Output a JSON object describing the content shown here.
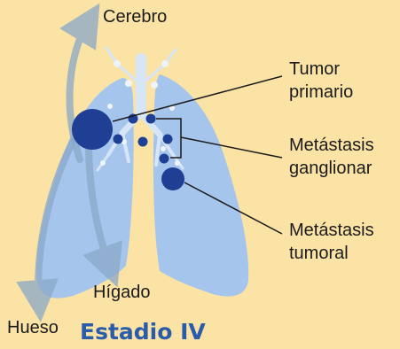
{
  "title": "Estadio IV",
  "labels": {
    "brain": "Cerebro",
    "primary_tumor_line1": "Tumor",
    "primary_tumor_line2": "primario",
    "nodal_met_line1": "Metástasis",
    "nodal_met_line2": "ganglionar",
    "tumor_met_line1": "Metástasis",
    "tumor_met_line2": "tumoral",
    "liver": "Hígado",
    "bone": "Hueso"
  },
  "colors": {
    "background": "#fbe3a6",
    "lung": "#a6c5ec",
    "airway": "#d6e6f7",
    "tumor": "#1f3f94",
    "spread_arrow": "#8aa8c8",
    "title": "#2a5caa"
  }
}
